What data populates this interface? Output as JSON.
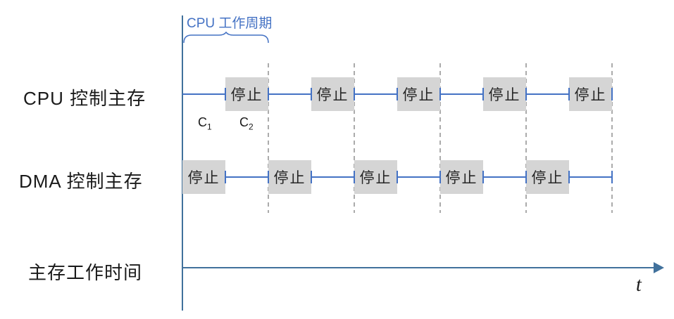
{
  "colors": {
    "accent": "#4472C4",
    "axis": "#41719C",
    "box-fill": "#D5D5D5",
    "box-text": "#262626",
    "dash": "#ABABAB",
    "label": "#1A1A1A"
  },
  "diagram": {
    "cycle_brace_label": "CPU 工作周期",
    "time_axis_label": "t",
    "rows": {
      "cpu": {
        "label": "CPU 控制主存",
        "stop_label": "停止"
      },
      "dma": {
        "label": "DMA 控制主存",
        "stop_label": "停止"
      },
      "memory": {
        "label": "主存工作时间"
      }
    },
    "annotations": {
      "c1": {
        "base": "C",
        "sub": "1"
      },
      "c2": {
        "base": "C",
        "sub": "2"
      }
    }
  }
}
